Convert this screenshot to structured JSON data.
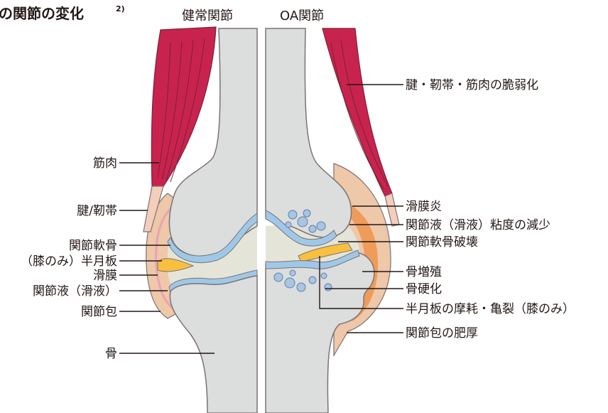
{
  "title": {
    "text": "の関節の変化",
    "note": "2)"
  },
  "headers": {
    "normal": "健常関節",
    "oa": "OA関節"
  },
  "left_labels": {
    "muscle": "筋肉",
    "tendon": "腱/靭帯",
    "cartilage": "関節軟骨",
    "meniscus": "（膝のみ）半月板",
    "synovium": "滑膜",
    "fluid": "関節液（滑液）",
    "capsule": "関節包",
    "bone": "骨"
  },
  "right_labels": {
    "weakening": "腱・靭帯・筋肉の脆弱化",
    "synovitis": "滑膜炎",
    "viscosity": "関節液（滑液）粘度の減少",
    "cartilage_destruction": "関節軟骨破壊",
    "osteophyte": "骨増殖",
    "sclerosis": "骨硬化",
    "meniscus_wear": "半月板の摩耗・亀裂（膝のみ）",
    "capsule_thickening": "関節包の肥厚"
  },
  "colors": {
    "bone": "#dcdddd",
    "muscle": "#c8234e",
    "tendon": "#f4cdbd",
    "capsule": "#efc7a9",
    "cartilage": "#9fc8e8",
    "meniscus": "#f8c03e",
    "fluid": "#e4e5d8",
    "inflamed": "#ef9c5a",
    "cyst": "#a8c5e3"
  }
}
